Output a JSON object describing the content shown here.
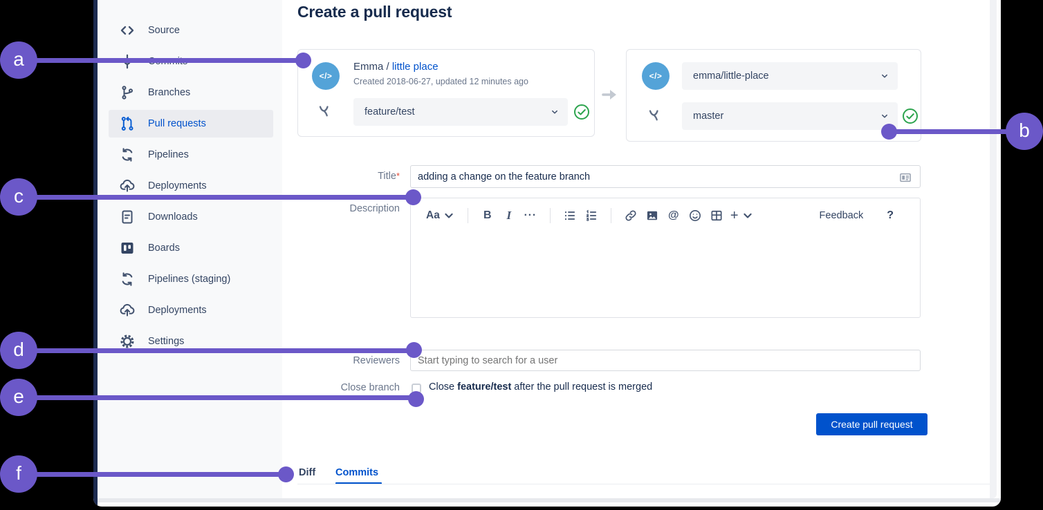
{
  "page": {
    "title": "Create a pull request"
  },
  "sidebar": {
    "items": [
      {
        "label": "Source",
        "icon": "code-icon",
        "selected": false
      },
      {
        "label": "Commits",
        "icon": "commits-icon",
        "selected": false
      },
      {
        "label": "Branches",
        "icon": "branches-icon",
        "selected": false
      },
      {
        "label": "Pull requests",
        "icon": "pull-request-icon",
        "selected": true
      },
      {
        "label": "Pipelines",
        "icon": "pipelines-icon",
        "selected": false
      },
      {
        "label": "Deployments",
        "icon": "cloud-upload-icon",
        "selected": false
      },
      {
        "label": "Downloads",
        "icon": "document-icon",
        "selected": false
      },
      {
        "label": "Boards",
        "icon": "board-icon",
        "selected": false
      },
      {
        "label": "Pipelines (staging)",
        "icon": "pipelines-icon",
        "selected": false
      },
      {
        "label": "Deployments",
        "icon": "cloud-upload-icon",
        "selected": false
      },
      {
        "label": "Settings",
        "icon": "gear-icon",
        "selected": false
      }
    ]
  },
  "source_repo": {
    "avatar_glyph": "</>",
    "owner": "Emma / ",
    "name": "little place",
    "meta": "Created 2018-06-27, updated 12 minutes ago",
    "branch": "feature/test"
  },
  "destination": {
    "avatar_glyph": "</>",
    "repo": "emma/little-place",
    "branch": "master"
  },
  "form": {
    "title_label": "Title",
    "required_mark": "*",
    "title_value": "adding a change on the feature branch",
    "description_label": "Description",
    "reviewers_label": "Reviewers",
    "reviewers_placeholder": "Start typing to search for a user",
    "close_branch_label": "Close branch",
    "close_branch": {
      "pre": "Close ",
      "branch": "feature/test",
      "post": " after the pull request is merged"
    },
    "submit_label": "Create pull request"
  },
  "editor": {
    "style_button": "Aa",
    "bold": "B",
    "italic": "I",
    "more": "···",
    "mention": "@",
    "plus": "+",
    "feedback": "Feedback",
    "help": "?"
  },
  "tabs": [
    {
      "label": "Diff",
      "selected": false
    },
    {
      "label": "Commits",
      "selected": true
    }
  ],
  "annotations": {
    "items": [
      {
        "letter": "a"
      },
      {
        "letter": "b"
      },
      {
        "letter": "c"
      },
      {
        "letter": "d"
      },
      {
        "letter": "e"
      },
      {
        "letter": "f"
      }
    ]
  },
  "colors": {
    "annotation_purple": "#6b58c8",
    "link_blue": "#0052CC",
    "button_blue": "#0052CC",
    "success_green": "#2DA44E"
  }
}
